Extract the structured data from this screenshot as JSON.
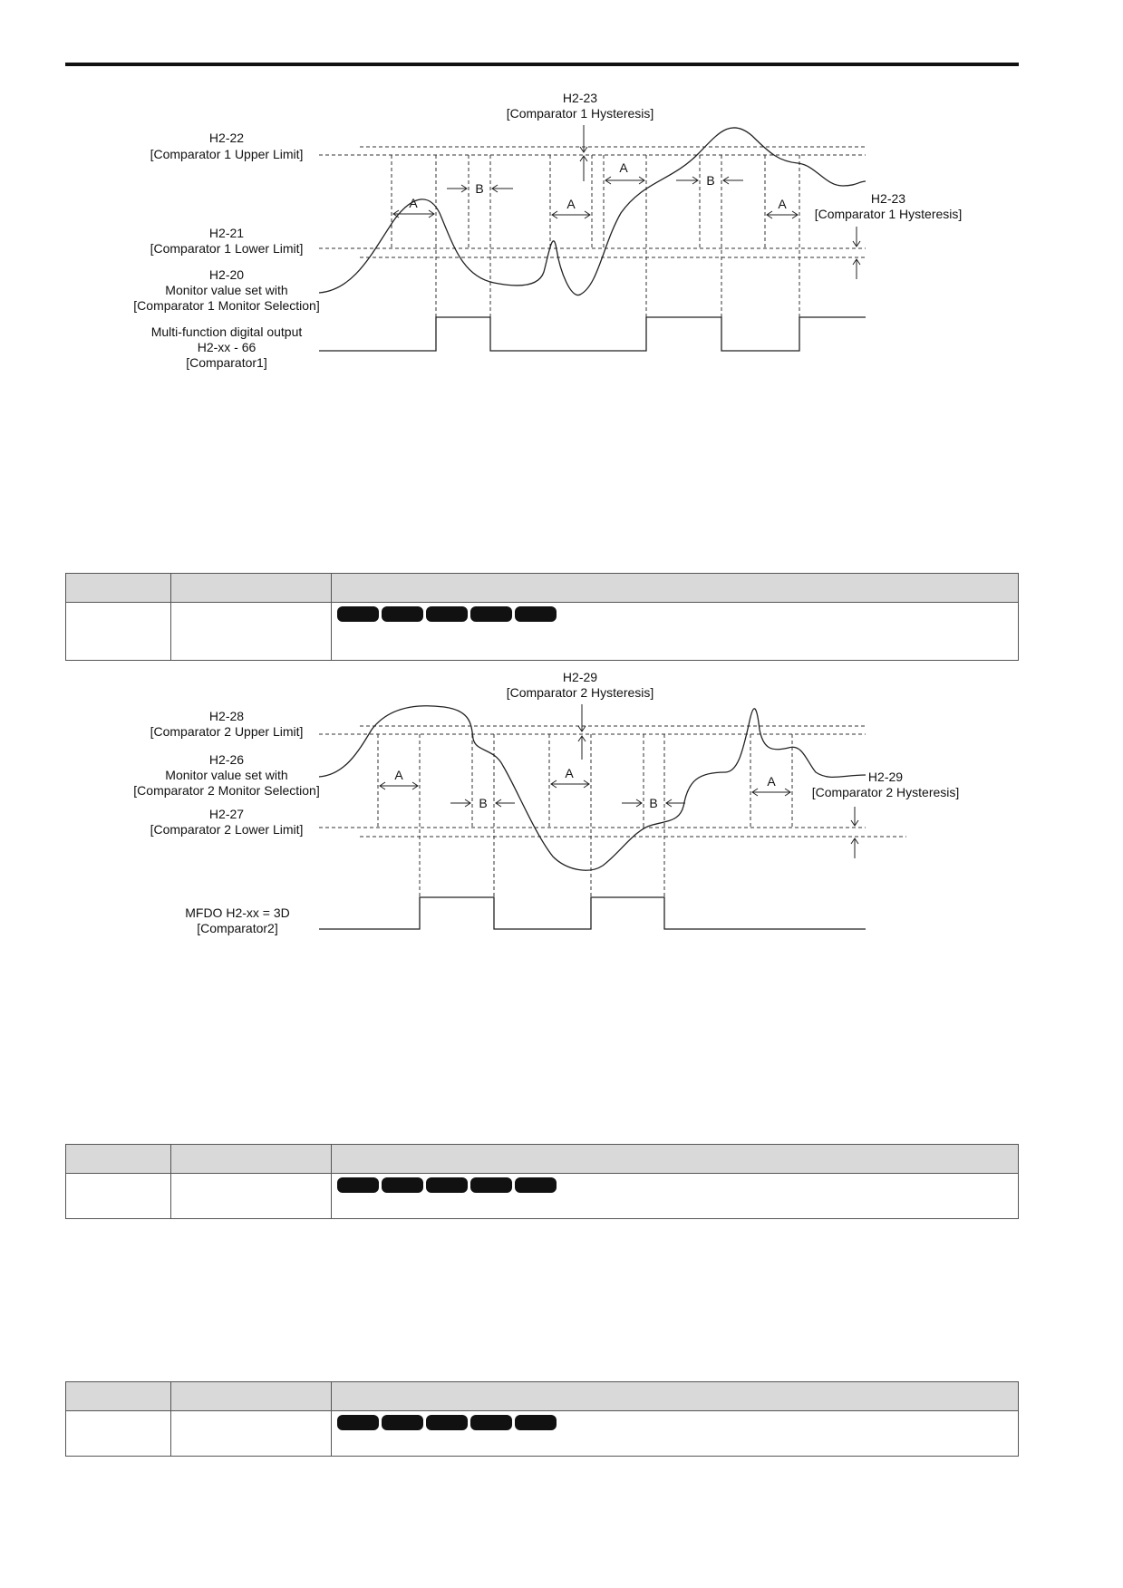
{
  "figure1": {
    "hyst_top": [
      "H2-23",
      "[Comparator 1 Hysteresis]"
    ],
    "upper": [
      "H2-22",
      "[Comparator 1 Upper Limit]"
    ],
    "lower": [
      "H2-21",
      "[Comparator 1 Lower Limit]"
    ],
    "monitor": [
      "H2-20",
      "Monitor value set with",
      "[Comparator 1 Monitor Selection]"
    ],
    "output": [
      "Multi-function digital output",
      "H2-xx - 66",
      "[Comparator1]"
    ],
    "hyst_right": [
      "H2-23",
      "[Comparator 1 Hysteresis]"
    ],
    "mark_a": "A",
    "mark_b": "B"
  },
  "figure2": {
    "hyst_top": [
      "H2-29",
      "[Comparator 2 Hysteresis]"
    ],
    "upper": [
      "H2-28",
      "[Comparator 2 Upper Limit]"
    ],
    "monitor": [
      "H2-26",
      "Monitor value set with",
      "[Comparator 2 Monitor Selection]"
    ],
    "lower": [
      "H2-27",
      "[Comparator 2 Lower Limit]"
    ],
    "output": [
      "MFDO H2-xx = 3D",
      "[Comparator2]"
    ],
    "hyst_right": [
      "H2-29",
      "[Comparator 2 Hysteresis]"
    ],
    "mark_a": "A",
    "mark_b": "B"
  },
  "tables": [
    {
      "header": [
        "",
        "",
        ""
      ],
      "row": [
        "",
        "",
        ""
      ],
      "badges": 5
    },
    {
      "header": [
        "",
        "",
        ""
      ],
      "row": [
        "",
        "",
        ""
      ],
      "badges": 5
    },
    {
      "header": [
        "",
        "",
        ""
      ],
      "row": [
        "",
        "",
        ""
      ],
      "badges": 5
    }
  ]
}
